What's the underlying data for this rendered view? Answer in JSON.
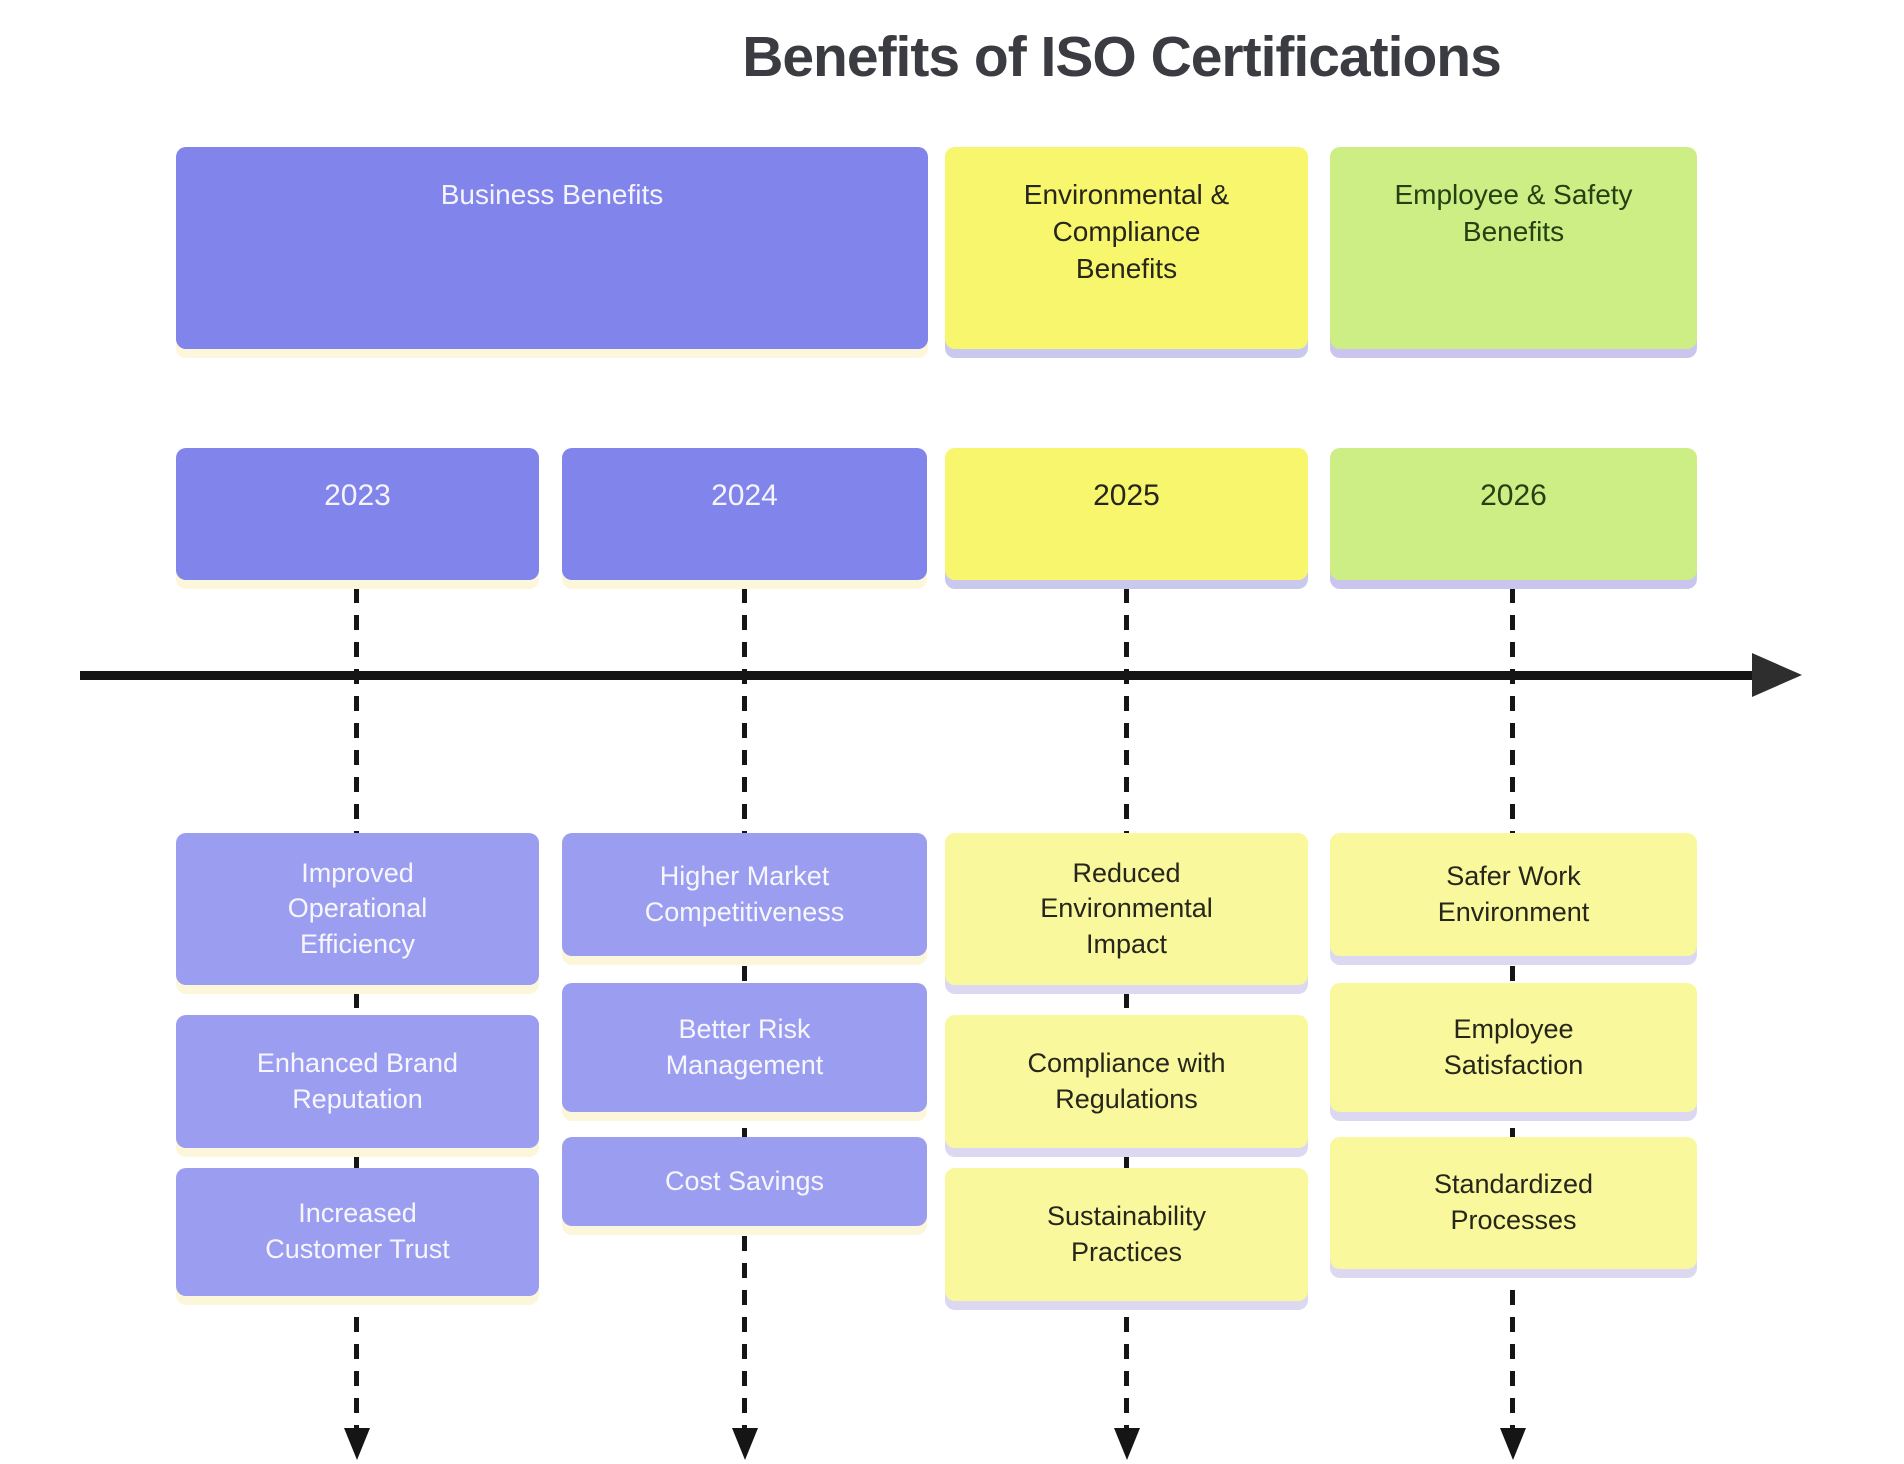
{
  "title": "Benefits of ISO Certifications",
  "colors": {
    "purple": "#8184ea",
    "purple_light": "#9b9ef0",
    "yellow": "#f7f66c",
    "yellow_light": "#f9f89c",
    "green": "#cdee85",
    "shadow_cream": "#fcf7da",
    "shadow_lavender": "#c9c8ef",
    "timeline_black": "#151515",
    "title_text": "#3b3b42"
  },
  "categories": [
    {
      "id": "business",
      "label": "Business Benefits"
    },
    {
      "id": "environmental",
      "label": "Environmental &\nCompliance\nBenefits"
    },
    {
      "id": "employee",
      "label": "Employee & Safety\nBenefits"
    }
  ],
  "columns": [
    {
      "year": "2023",
      "items": [
        {
          "label": "Improved\nOperational\nEfficiency"
        },
        {
          "label": "Enhanced Brand\nReputation"
        },
        {
          "label": "Increased\nCustomer Trust"
        }
      ]
    },
    {
      "year": "2024",
      "items": [
        {
          "label": "Higher Market\nCompetitiveness"
        },
        {
          "label": "Better Risk\nManagement"
        },
        {
          "label": "Cost Savings"
        }
      ]
    },
    {
      "year": "2025",
      "items": [
        {
          "label": "Reduced\nEnvironmental\nImpact"
        },
        {
          "label": "Compliance with\nRegulations"
        },
        {
          "label": "Sustainability\nPractices"
        }
      ]
    },
    {
      "year": "2026",
      "items": [
        {
          "label": "Safer Work\nEnvironment"
        },
        {
          "label": "Employee\nSatisfaction"
        },
        {
          "label": "Standardized\nProcesses"
        }
      ]
    }
  ]
}
